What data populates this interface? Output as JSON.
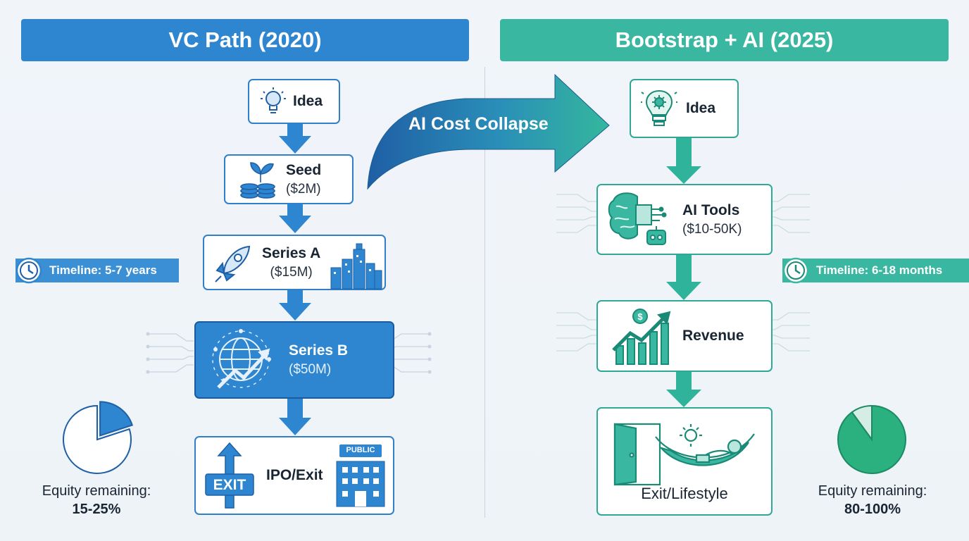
{
  "colors": {
    "vc_blue": "#2e86d0",
    "vc_dark": "#1f5fa5",
    "ai_teal": "#3ab7a0",
    "ai_dark": "#1e9a84"
  },
  "left": {
    "header": "VC Path (2020)",
    "steps": [
      {
        "title": "Idea",
        "icon": "lightbulb-icon"
      },
      {
        "title": "Seed",
        "amount": "($2M)",
        "icon": "coins-sprout-icon"
      },
      {
        "title": "Series A",
        "amount": "($15M)",
        "icon": "rocket-icon"
      },
      {
        "title": "Series B",
        "amount": "($50M)",
        "icon": "globe-growth-icon"
      },
      {
        "title": "IPO/Exit",
        "icon": "exit-sign-icon",
        "badge": "EXIT",
        "building_label": "PUBLIC"
      }
    ],
    "timeline": "Timeline: 5-7 years",
    "equity_label": "Equity remaining:",
    "equity_value": "15-25%",
    "equity_pie_fraction": 0.2
  },
  "arrow_label": "AI Cost Collapse",
  "right": {
    "header": "Bootstrap + AI (2025)",
    "steps": [
      {
        "title": "Idea",
        "icon": "gear-lightbulb-icon"
      },
      {
        "title": "AI Tools",
        "amount": "($10-50K)",
        "icon": "brain-chip-robot-icon"
      },
      {
        "title": "Revenue",
        "icon": "growth-chart-icon"
      },
      {
        "title": "Exit/Lifestyle",
        "icon": "door-hammock-icon"
      }
    ],
    "timeline": "Timeline: 6-18 months",
    "equity_label": "Equity remaining:",
    "equity_value": "80-100%",
    "equity_pie_fraction": 0.9
  }
}
